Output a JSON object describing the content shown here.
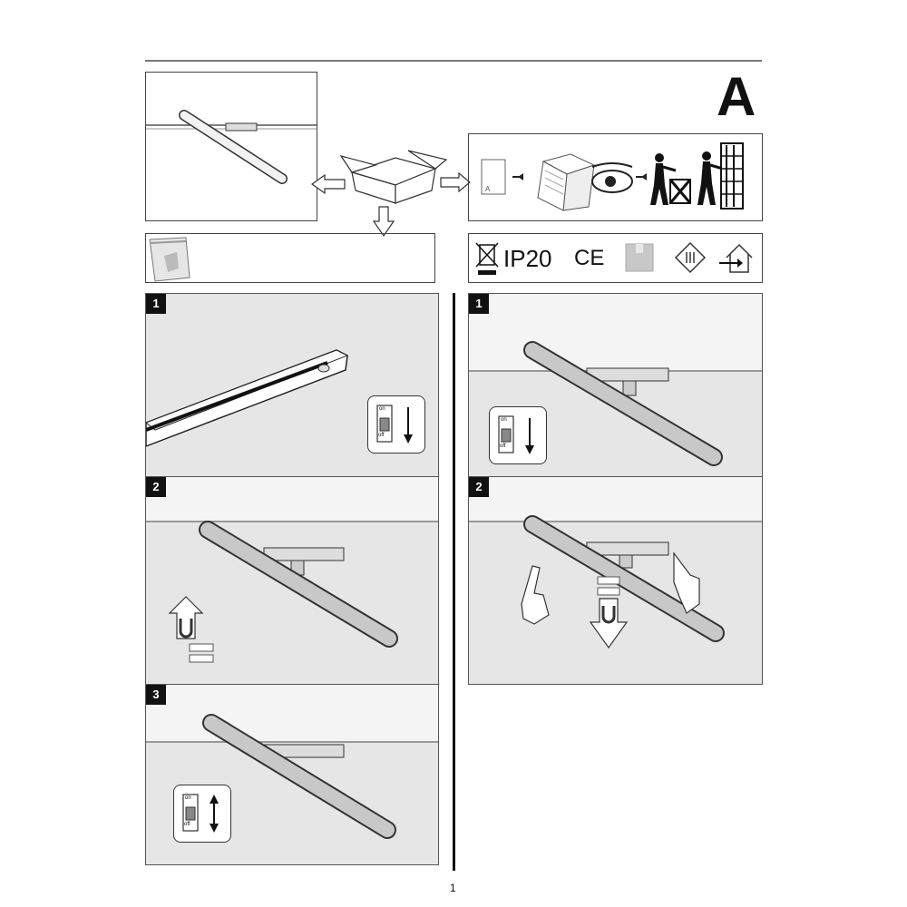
{
  "page": {
    "letter": "A",
    "page_number": "1"
  },
  "symbols": {
    "ip_rating": "IP20",
    "ce_mark": "CE",
    "doc_letter": "A"
  },
  "switch": {
    "on_label": "on",
    "off_label": "off"
  },
  "left_steps": [
    {
      "number": "1"
    },
    {
      "number": "2"
    },
    {
      "number": "3"
    }
  ],
  "right_steps": [
    {
      "number": "1"
    },
    {
      "number": "2"
    }
  ],
  "icons": {
    "recycle_bin": "crossed-bin-icon",
    "class_iii": "class-iii-icon",
    "indoor": "indoor-use-icon",
    "arrow_down": "arrow-down-icon",
    "magnet": "magnet-icon"
  }
}
